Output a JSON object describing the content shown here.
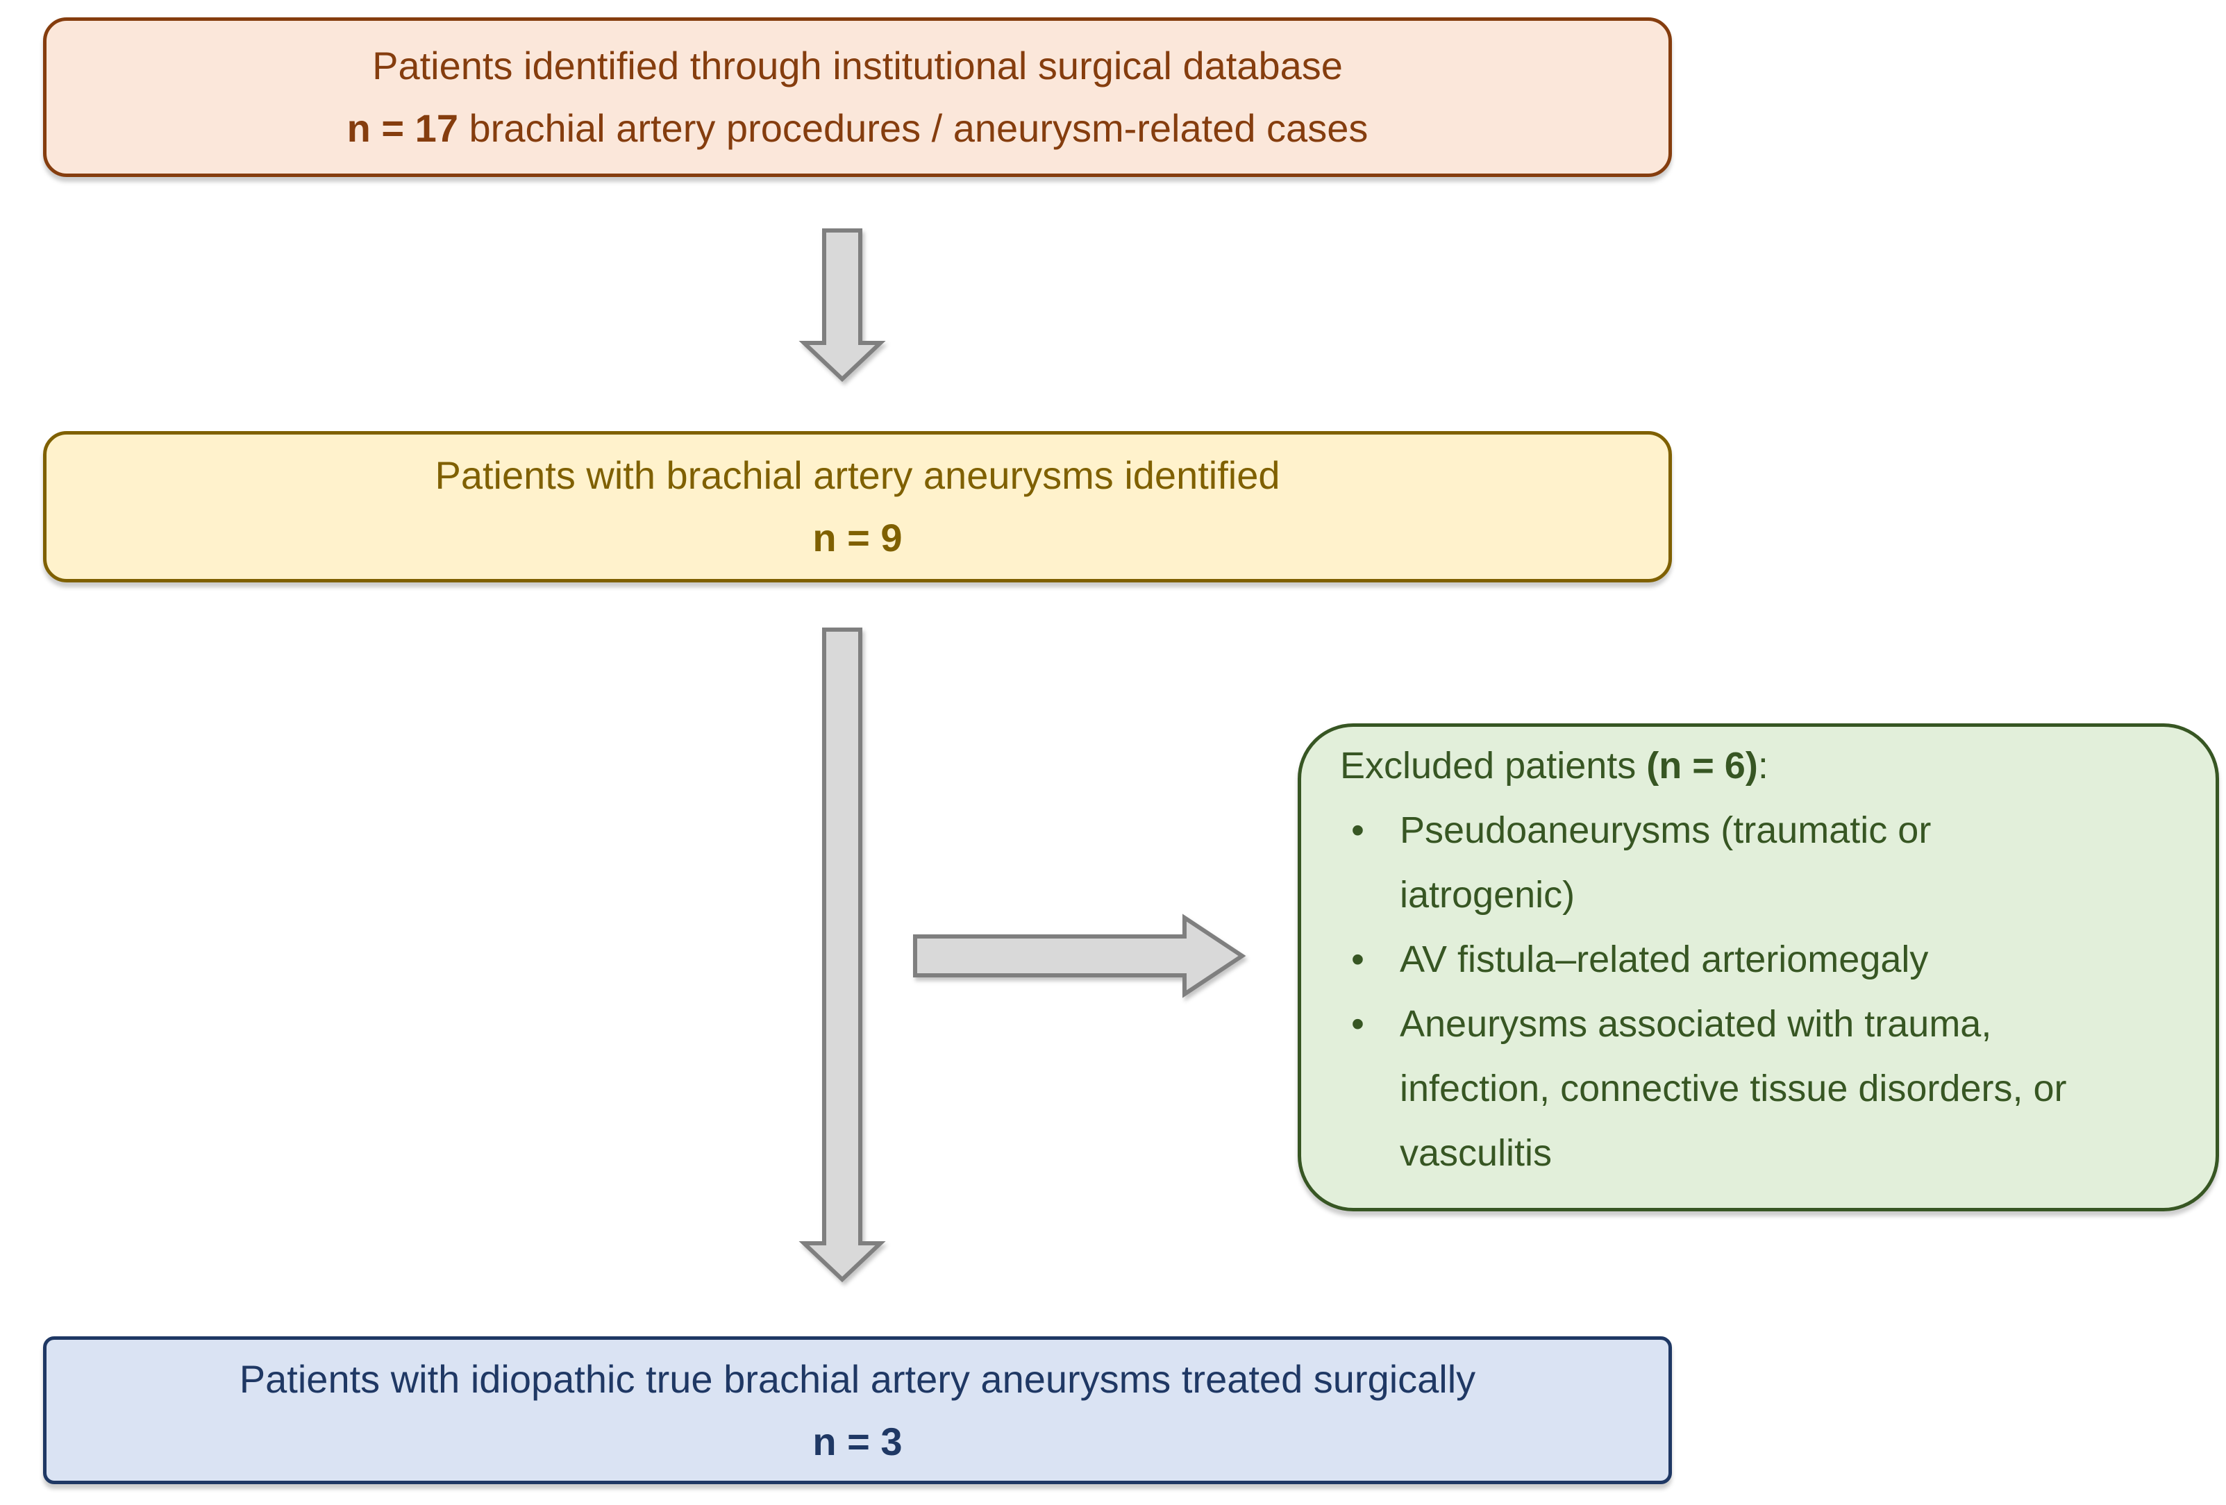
{
  "diagram": {
    "source": {
      "line1": "Patients identified through institutional surgical database",
      "n_bold": "n = 17",
      "line2_rest": " brachial artery procedures / aneurysm-related cases"
    },
    "identified": {
      "line1": "Patients with brachial artery aneurysms identified",
      "n_bold": "n = 9"
    },
    "excluded": {
      "heading_prefix": "Excluded patients ",
      "heading_bold": "(n = 6)",
      "heading_suffix": ":",
      "bullets": [
        "Pseudoaneurysms (traumatic or iatrogenic)",
        "AV fistula–related arteriomegaly",
        "Aneurysms associated with trauma, infection, connective tissue disorders, or vasculitis"
      ]
    },
    "final": {
      "line1": "Patients with idiopathic true brachial artery aneurysms treated surgically",
      "n_bold": "n = 3"
    },
    "icons": {
      "arrow_top": "down-block-arrow",
      "arrow_long": "long-down-block-arrow",
      "arrow_branch": "right-block-arrow"
    }
  },
  "theme": {
    "source_fill": "#FBE7DA",
    "source_border": "#853D0E",
    "source_text": "#853D0E",
    "identified_fill": "#FFF2CC",
    "identified_border": "#7F6000",
    "identified_text": "#7F6000",
    "excluded_fill": "#E2EFDA",
    "excluded_border": "#375623",
    "excluded_text": "#375623",
    "final_fill": "#DAE3F3",
    "final_border": "#1F3864",
    "final_text": "#1F3864",
    "arrow_fill": "#D9D9D9",
    "arrow_stroke": "#7F7F7F",
    "canvas_bg": "#FFFFFF"
  }
}
